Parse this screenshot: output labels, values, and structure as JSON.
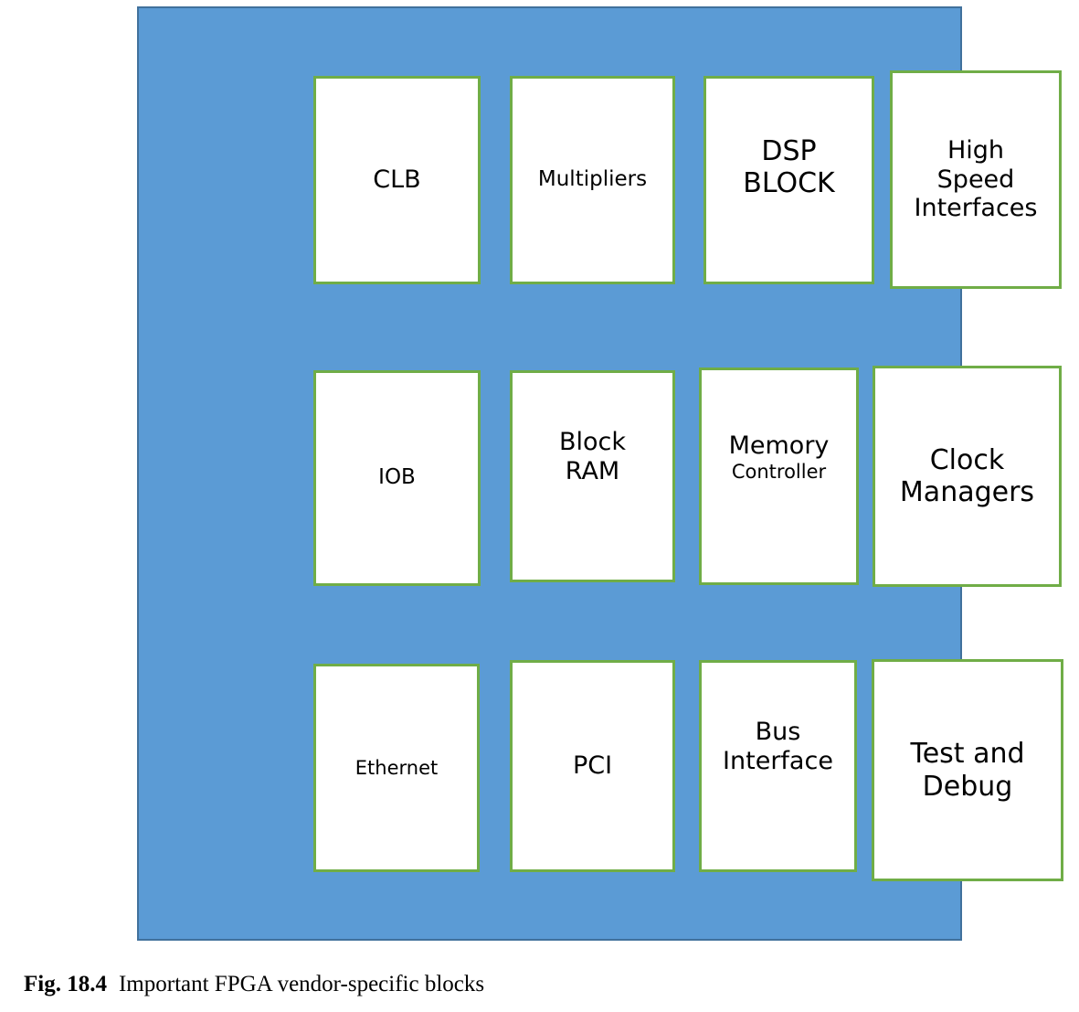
{
  "figure": {
    "caption_label": "Fig. 18.4",
    "caption_text": "Important FPGA vendor-specific blocks"
  },
  "panel": {
    "background_color": "#5B9BD5",
    "border_color": "#41719C",
    "block_fill_color": "#FFFFFF",
    "block_border_color": "#70AD47"
  },
  "diagram": {
    "type": "block-diagram",
    "title": "Important FPGA vendor-specific blocks",
    "rows": 3,
    "columns": 4,
    "blocks": [
      {
        "id": "clb",
        "row": 1,
        "col": 1,
        "lines": [
          "CLB"
        ]
      },
      {
        "id": "multipliers",
        "row": 1,
        "col": 2,
        "lines": [
          "Multipliers"
        ]
      },
      {
        "id": "dsp-block",
        "row": 1,
        "col": 3,
        "lines": [
          "DSP",
          "BLOCK"
        ]
      },
      {
        "id": "high-speed",
        "row": 1,
        "col": 4,
        "lines": [
          "High",
          "Speed",
          "Interfaces"
        ]
      },
      {
        "id": "iob",
        "row": 2,
        "col": 1,
        "lines": [
          "IOB"
        ]
      },
      {
        "id": "block-ram",
        "row": 2,
        "col": 2,
        "lines": [
          "Block",
          "RAM"
        ]
      },
      {
        "id": "memory-ctrl",
        "row": 2,
        "col": 3,
        "lines": [
          "Memory",
          "Controller"
        ]
      },
      {
        "id": "clock-managers",
        "row": 2,
        "col": 4,
        "lines": [
          "Clock",
          "Managers"
        ]
      },
      {
        "id": "ethernet",
        "row": 3,
        "col": 1,
        "lines": [
          "Ethernet"
        ]
      },
      {
        "id": "pci",
        "row": 3,
        "col": 2,
        "lines": [
          "PCI"
        ]
      },
      {
        "id": "bus-interface",
        "row": 3,
        "col": 3,
        "lines": [
          "Bus",
          "Interface"
        ]
      },
      {
        "id": "test-debug",
        "row": 3,
        "col": 4,
        "lines": [
          "Test and",
          "Debug"
        ]
      }
    ]
  },
  "blocks": {
    "clb": {
      "line1": "CLB"
    },
    "multipliers": {
      "line1": "Multipliers"
    },
    "dsp_block": {
      "line1": "DSP",
      "line2": "BLOCK"
    },
    "high_speed": {
      "line1": "High",
      "line2": "Speed",
      "line3": "Interfaces"
    },
    "iob": {
      "line1": "IOB"
    },
    "block_ram": {
      "line1": "Block",
      "line2": "RAM"
    },
    "memory_ctrl": {
      "line1": "Memory",
      "line2": "Controller"
    },
    "clock_managers": {
      "line1": "Clock",
      "line2": "Managers"
    },
    "ethernet": {
      "line1": "Ethernet"
    },
    "pci": {
      "line1": "PCI"
    },
    "bus_interface": {
      "line1": "Bus",
      "line2": "Interface"
    },
    "test_debug": {
      "line1": "Test and",
      "line2": "Debug"
    }
  }
}
